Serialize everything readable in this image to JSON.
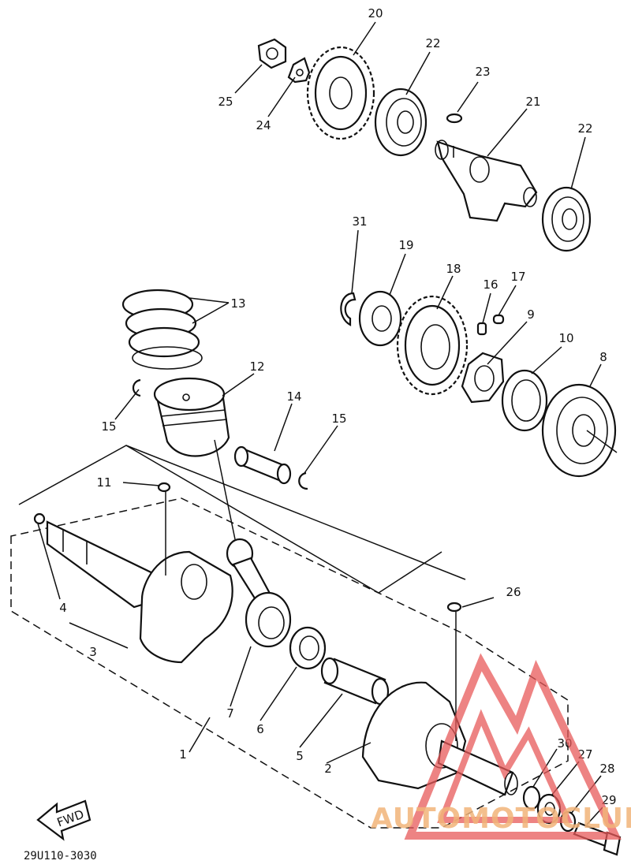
{
  "callouts": [
    {
      "id": "n20",
      "text": "20"
    },
    {
      "id": "n22a",
      "text": "22"
    },
    {
      "id": "n23",
      "text": "23"
    },
    {
      "id": "n21",
      "text": "21"
    },
    {
      "id": "n22b",
      "text": "22"
    },
    {
      "id": "n25",
      "text": "25"
    },
    {
      "id": "n24",
      "text": "24"
    },
    {
      "id": "n31",
      "text": "31"
    },
    {
      "id": "n19",
      "text": "19"
    },
    {
      "id": "n18",
      "text": "18"
    },
    {
      "id": "n16",
      "text": "16"
    },
    {
      "id": "n17",
      "text": "17"
    },
    {
      "id": "n9",
      "text": "9"
    },
    {
      "id": "n10",
      "text": "10"
    },
    {
      "id": "n8",
      "text": "8"
    },
    {
      "id": "n13",
      "text": "13"
    },
    {
      "id": "n12",
      "text": "12"
    },
    {
      "id": "n14",
      "text": "14"
    },
    {
      "id": "n15a",
      "text": "15"
    },
    {
      "id": "n15b",
      "text": "15"
    },
    {
      "id": "n11",
      "text": "11"
    },
    {
      "id": "n4",
      "text": "4"
    },
    {
      "id": "n3",
      "text": "3"
    },
    {
      "id": "n7",
      "text": "7"
    },
    {
      "id": "n6",
      "text": "6"
    },
    {
      "id": "n5",
      "text": "5"
    },
    {
      "id": "n1",
      "text": "1"
    },
    {
      "id": "n2",
      "text": "2"
    },
    {
      "id": "n26",
      "text": "26"
    },
    {
      "id": "n30",
      "text": "30"
    },
    {
      "id": "n27",
      "text": "27"
    },
    {
      "id": "n28",
      "text": "28"
    },
    {
      "id": "n29",
      "text": "29"
    }
  ],
  "fwd_label": "FWD",
  "diagram_code": "29U110-3030",
  "watermark": {
    "text": "AUTOMOTOCLUB",
    "logo_color": "#e85a5a",
    "text_color": "#f2b47a"
  }
}
